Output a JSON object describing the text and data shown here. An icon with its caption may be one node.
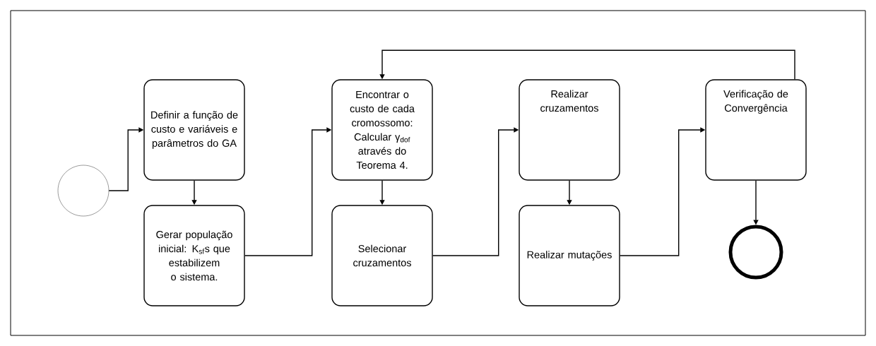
{
  "diagram": {
    "nodes": [
      {
        "text": [],
        "shape": "circle"
      },
      {
        "text": [
          "Definir a função de custo e variáveis e parâmetros do GA"
        ]
      },
      {
        "text": [
          "Gerar população inicial: K$_{sf}$s que estabilizem o sistema."
        ]
      },
      {
        "text": [
          "Encontrar o custo de cada cromossomo: Calcular γ$_{dof}$ através do Teorema 4."
        ]
      },
      {
        "text": [
          "Selecionar cruzamentos"
        ]
      },
      {
        "text": [
          "Realizar cruzamentos"
        ]
      },
      {
        "text": [
          "Realizar mutações"
        ]
      },
      {
        "text": [
          "Verificação de Convergência"
        ]
      },
      {
        "text": [],
        "shape": "circle"
      }
    ],
    "edges": [
      {
        "from": 0,
        "to": 1,
        "arrow": "to"
      },
      {
        "from": 1,
        "to": 2,
        "arrow": "to"
      },
      {
        "from": 2,
        "to": 3,
        "arrow": "to"
      },
      {
        "from": 3,
        "to": 4,
        "arrow": "to"
      },
      {
        "from": 4,
        "to": 5,
        "arrow": "to"
      },
      {
        "from": 5,
        "to": 6,
        "arrow": "to"
      },
      {
        "from": 6,
        "to": 7,
        "arrow": "to"
      },
      {
        "from": 7,
        "to": 3,
        "arrow": "to"
      },
      {
        "from": 7,
        "to": 8,
        "arrow": "to"
      }
    ]
  }
}
